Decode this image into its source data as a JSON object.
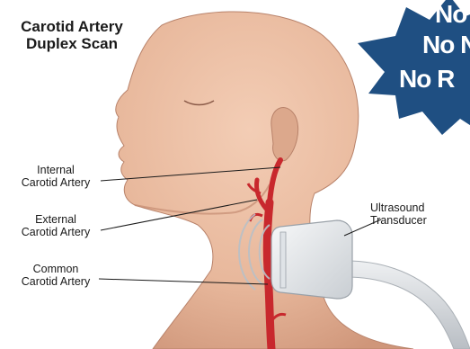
{
  "title_lines": [
    "Carotid Artery",
    "Duplex Scan"
  ],
  "labels": {
    "internal": [
      "Internal",
      "Carotid Artery"
    ],
    "external": [
      "External",
      "Carotid Artery"
    ],
    "common": [
      "Common",
      "Carotid Artery"
    ],
    "transducer": [
      "Ultrasound",
      "Transducer"
    ]
  },
  "starburst": {
    "lines": [
      "No",
      "No N",
      "No R"
    ],
    "color": "#1f4f82"
  },
  "colors": {
    "skin": "#e8b89c",
    "skin_shadow": "#d29c80",
    "artery": "#c8282d",
    "transducer": "#e6e9ec"
  }
}
